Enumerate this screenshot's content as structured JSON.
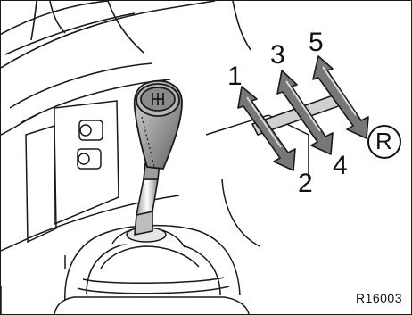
{
  "figure": {
    "gear_labels": {
      "g1": "1",
      "g2": "2",
      "g3": "3",
      "g4": "4",
      "g5": "5",
      "reverse": "R"
    },
    "reference_code": "R16003",
    "colors": {
      "line": "#1a1a1a",
      "arrow_gray": "#7a7a7a",
      "arrow_light": "#c9c9c9",
      "knob_gray": "#8f8f8f",
      "background": "#ffffff"
    }
  }
}
